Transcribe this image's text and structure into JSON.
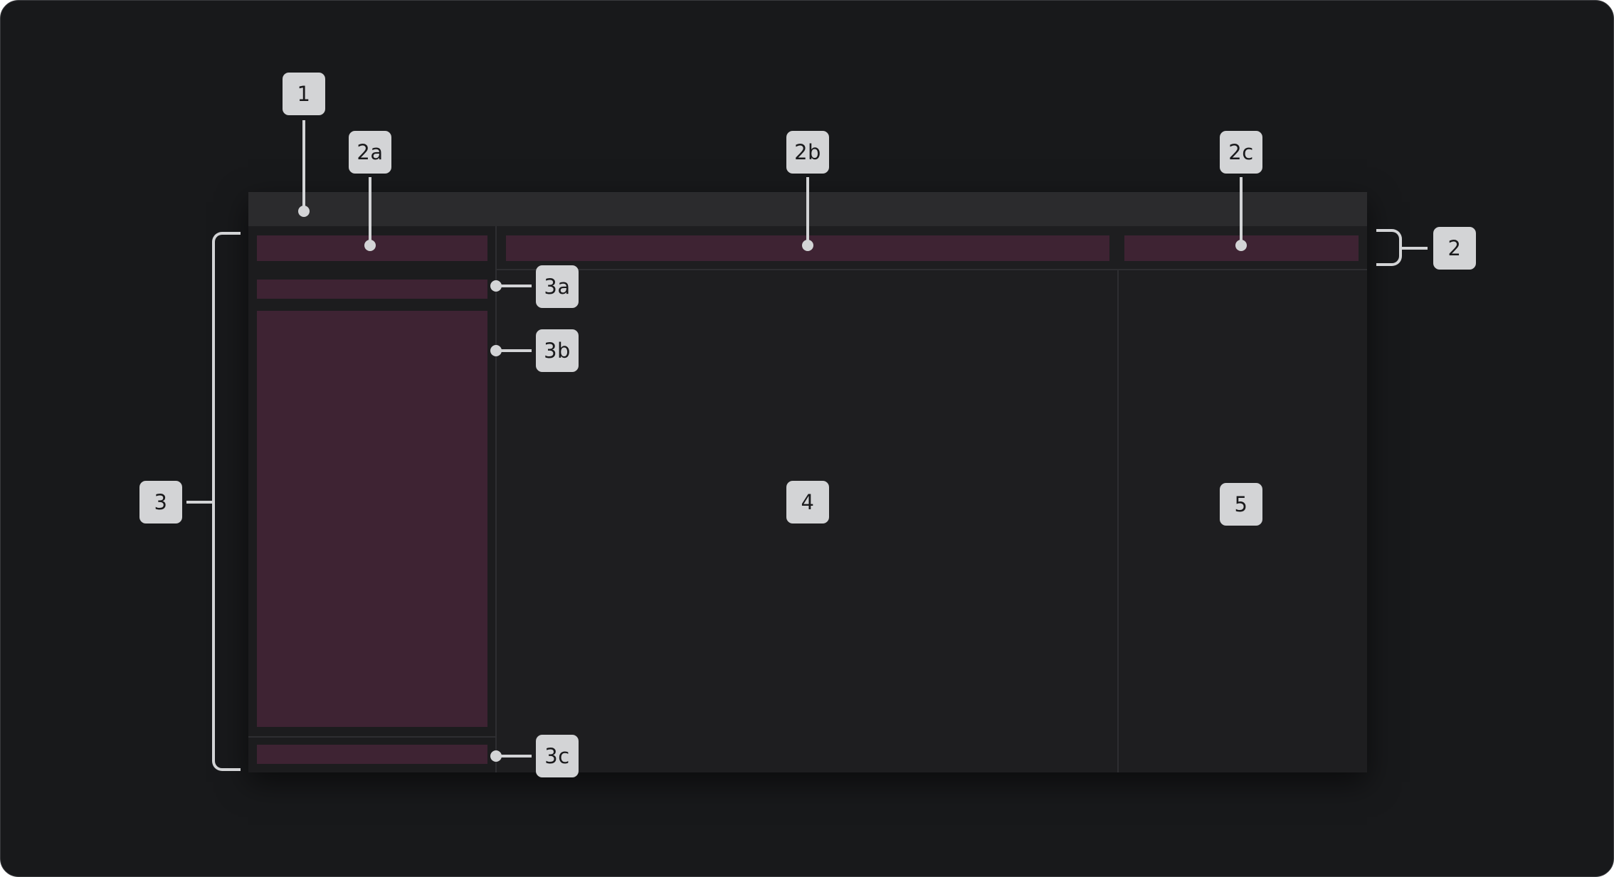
{
  "callouts": {
    "c1": "1",
    "c2": "2",
    "c2a": "2a",
    "c2b": "2b",
    "c2c": "2c",
    "c3": "3",
    "c3a": "3a",
    "c3b": "3b",
    "c3c": "3c",
    "c4": "4",
    "c5": "5"
  },
  "colors": {
    "background": "#18191b",
    "window": "#1e1e20",
    "titlebar": "#2b2b2d",
    "region": "#3e2333",
    "callout": "#d3d4d6"
  }
}
